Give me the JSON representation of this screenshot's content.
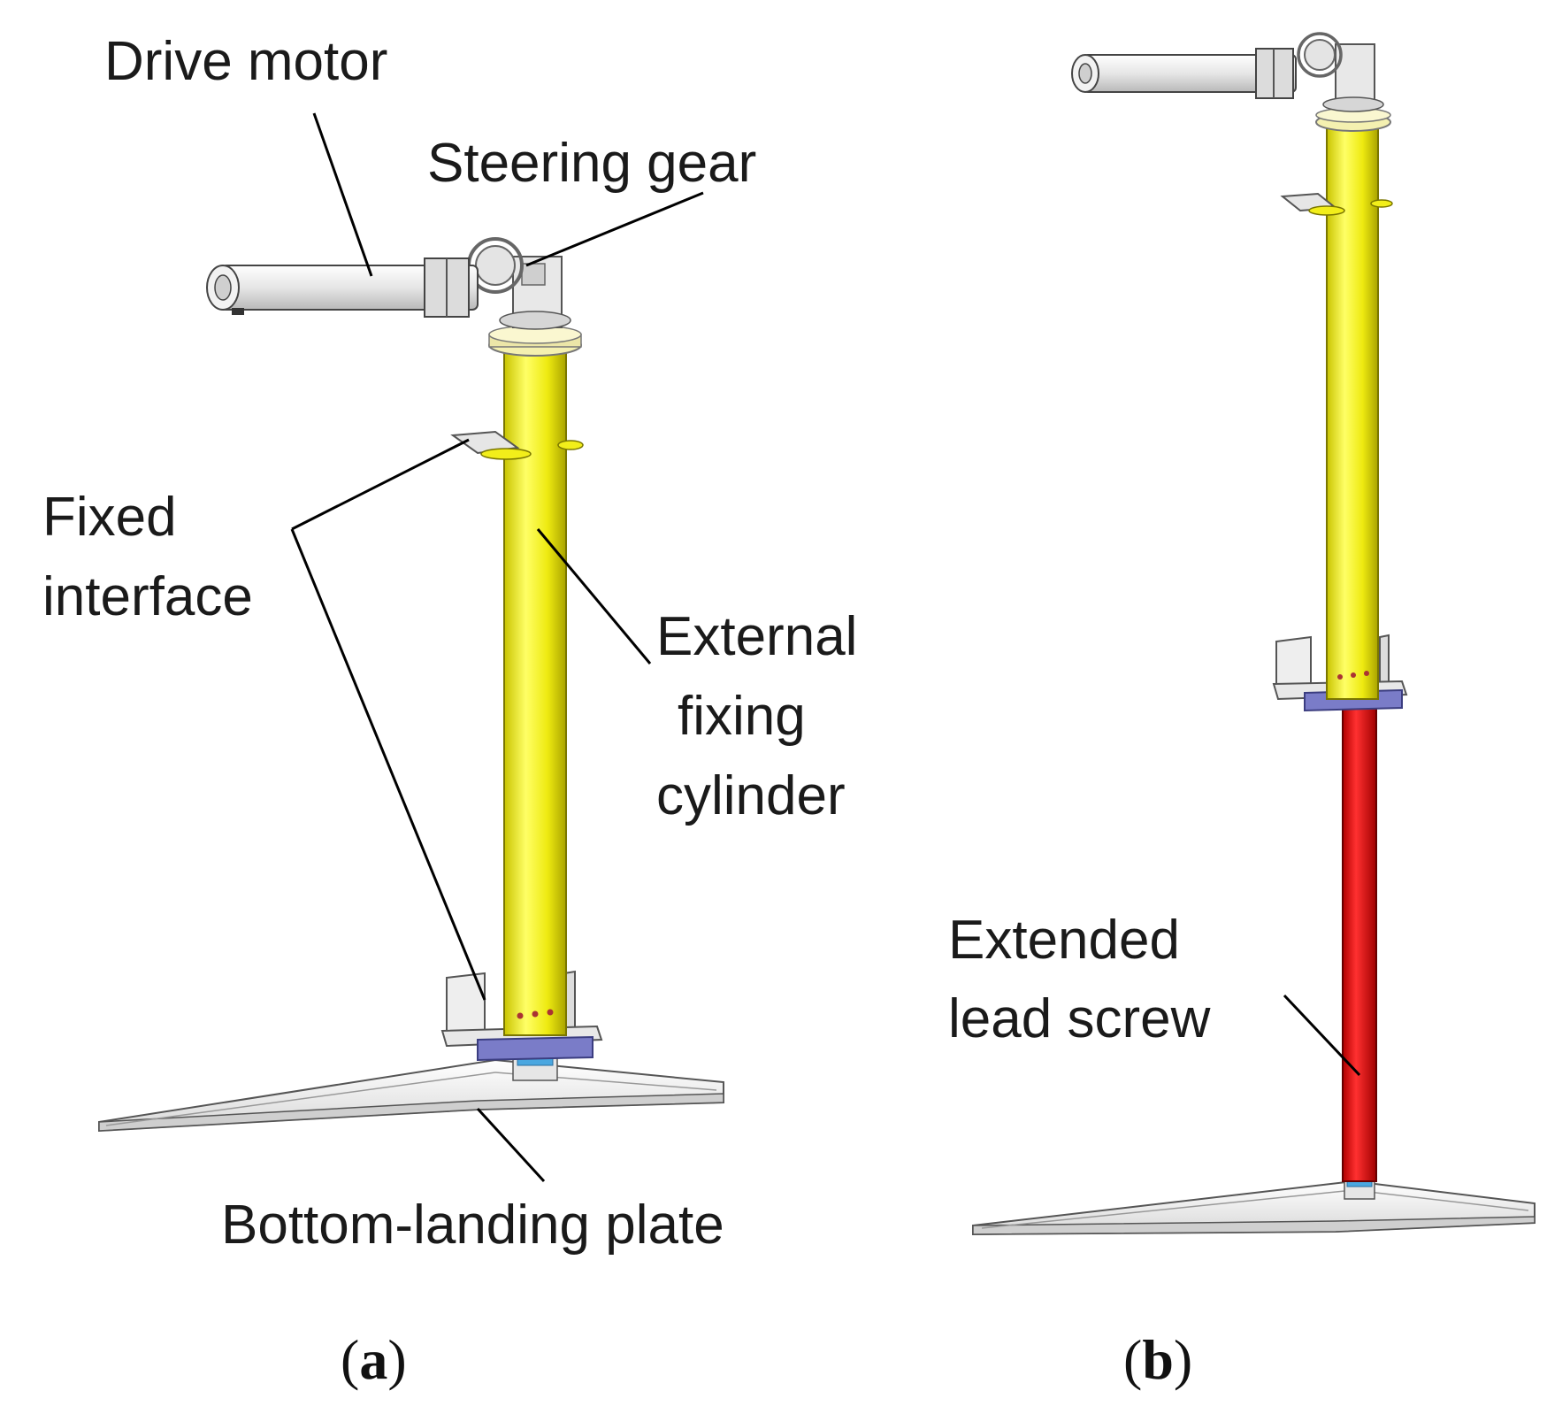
{
  "figure": {
    "panel_a": {
      "caption_letter": "a",
      "labels": {
        "drive_motor": "Drive motor",
        "steering_gear": "Steering gear",
        "fixed_interface_line1": "Fixed",
        "fixed_interface_line2": "interface",
        "external_fixing_line1": "External",
        "external_fixing_line2": "fixing",
        "external_fixing_line3": "cylinder",
        "bottom_landing_plate": "Bottom-landing plate"
      }
    },
    "panel_b": {
      "caption_letter": "b",
      "labels": {
        "extended_lead_screw_line1": "Extended",
        "extended_lead_screw_line2": "lead screw"
      }
    },
    "colors": {
      "cylinder": "#f2ee1a",
      "lead_screw": "#e81414",
      "flange": "#7a7cc8",
      "motor": "#ececec",
      "plate": "#f4f4f4"
    }
  }
}
